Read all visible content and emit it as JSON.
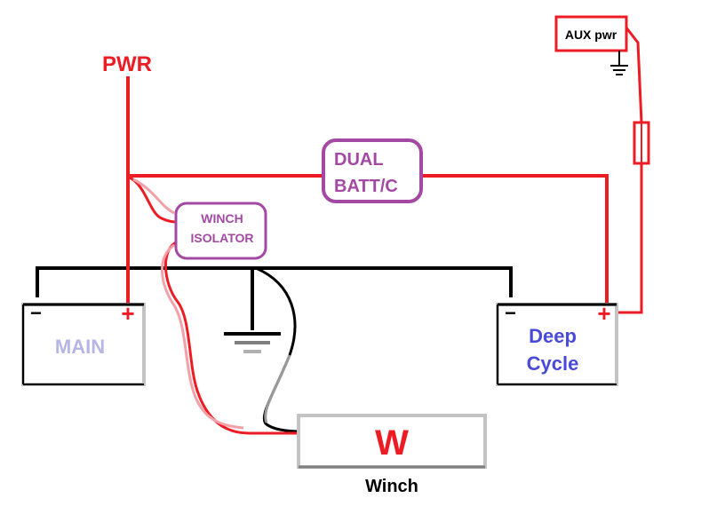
{
  "labels": {
    "pwr": "PWR",
    "aux_pwr": "AUX pwr",
    "dual_line1": "DUAL",
    "dual_line2": "BATT/C",
    "winch_iso_line1": "WINCH",
    "winch_iso_line2": "ISOLATOR",
    "main_battery": "MAIN",
    "deep_line1": "Deep",
    "deep_line2": "Cycle",
    "winch_symbol": "W",
    "winch_label": "Winch",
    "minus_sign": "−",
    "plus_sign": "+"
  },
  "colors": {
    "wire_red": "#ed1c24",
    "wire_pink": "#f4a0a8",
    "wire_black": "#000000",
    "wire_gray": "#7f7f7f",
    "battery_outline": "#c3c3c3",
    "purple": "#a349a4",
    "main_text": "#b5b5e6",
    "deep_text": "#4a4ad8"
  }
}
